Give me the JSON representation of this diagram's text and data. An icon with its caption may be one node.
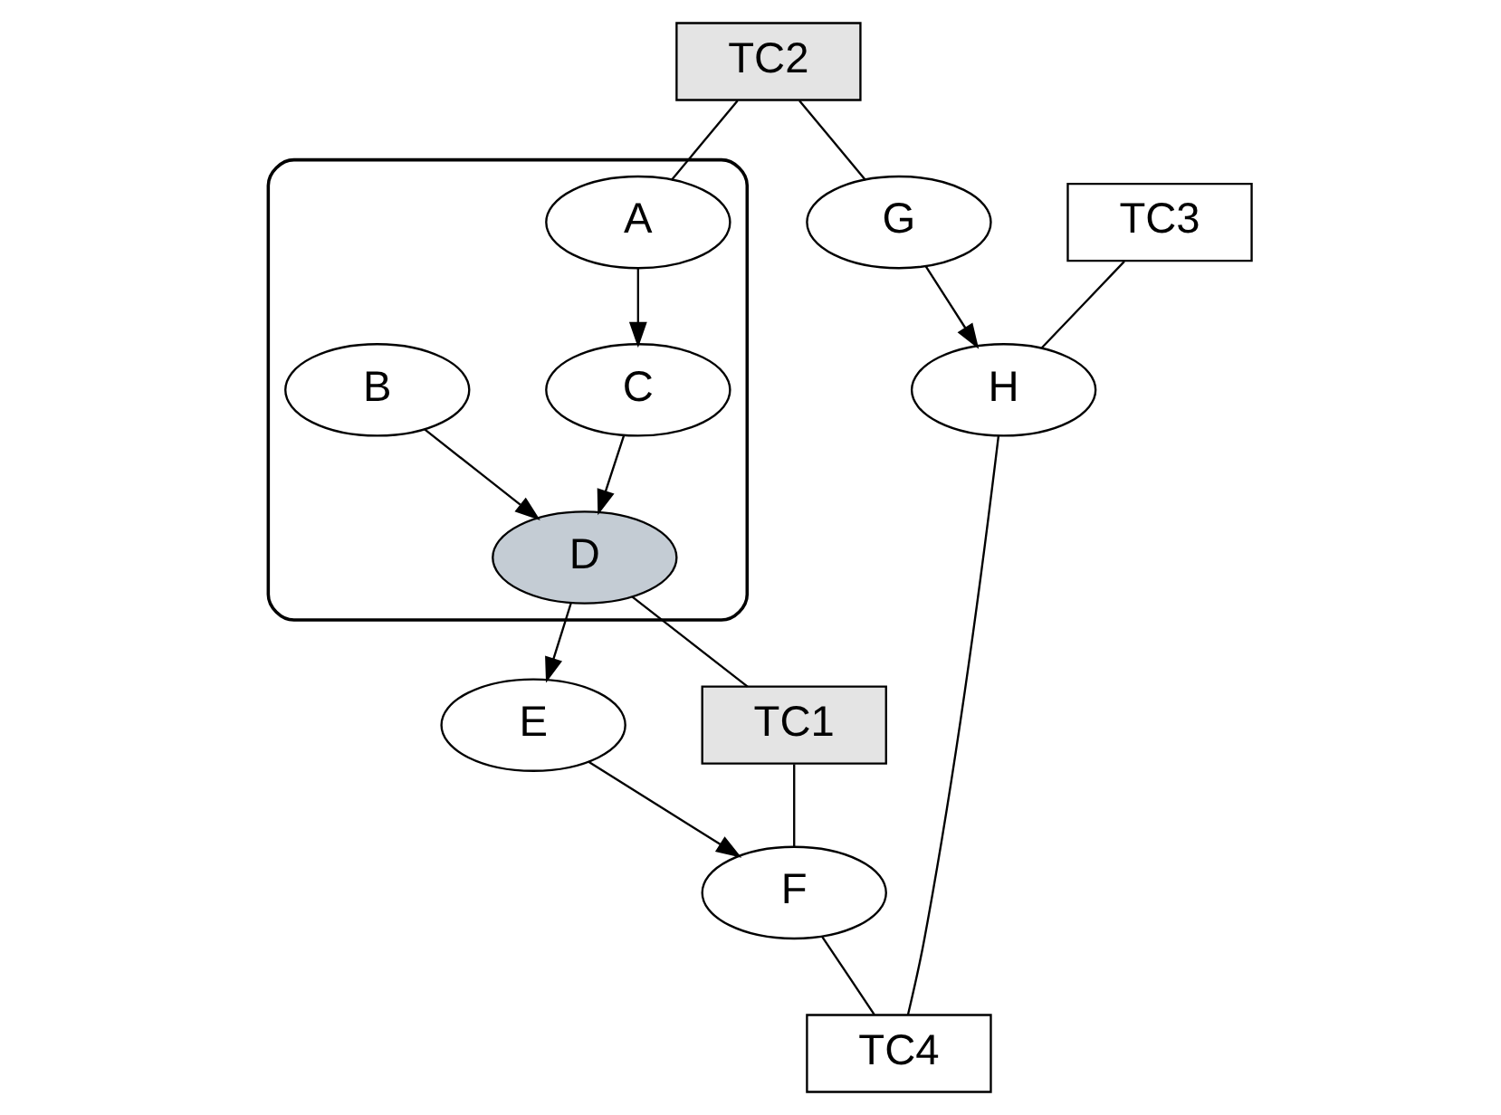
{
  "diagram": {
    "nodes": [
      {
        "text": [
          "TC2"
        ]
      },
      {
        "text": [
          "G"
        ]
      },
      {
        "text": [
          "TC3"
        ]
      },
      {
        "text": [],
        "shape": "cloud"
      },
      {
        "text": [
          "A"
        ],
        "in": 3
      },
      {
        "text": [
          "B"
        ],
        "in": 3
      },
      {
        "text": [
          "C"
        ],
        "in": 3
      },
      {
        "text": [
          "D"
        ],
        "in": 3
      },
      {
        "text": [
          "H"
        ]
      },
      {
        "text": [
          "E"
        ]
      },
      {
        "text": [
          "TC1"
        ]
      },
      {
        "text": [
          "F"
        ]
      },
      {
        "text": [
          "TC4"
        ]
      }
    ],
    "edges": [
      {
        "from": 0,
        "to": 1,
        "arrow": "none"
      },
      {
        "from": 0,
        "to": 4,
        "arrow": "none"
      },
      {
        "from": 1,
        "to": 8,
        "arrow": "to"
      },
      {
        "from": 2,
        "to": 8,
        "arrow": "none"
      },
      {
        "from": 4,
        "to": 6,
        "arrow": "to"
      },
      {
        "from": 5,
        "to": 7,
        "arrow": "to"
      },
      {
        "from": 6,
        "to": 7,
        "arrow": "to"
      },
      {
        "from": 7,
        "to": 9,
        "arrow": "to"
      },
      {
        "from": 7,
        "to": 10,
        "arrow": "none"
      },
      {
        "from": 9,
        "to": 11,
        "arrow": "to"
      },
      {
        "from": 10,
        "to": 11,
        "arrow": "none"
      },
      {
        "from": 8,
        "to": 12,
        "arrow": "none"
      },
      {
        "from": 11,
        "to": 12,
        "arrow": "none"
      }
    ]
  }
}
